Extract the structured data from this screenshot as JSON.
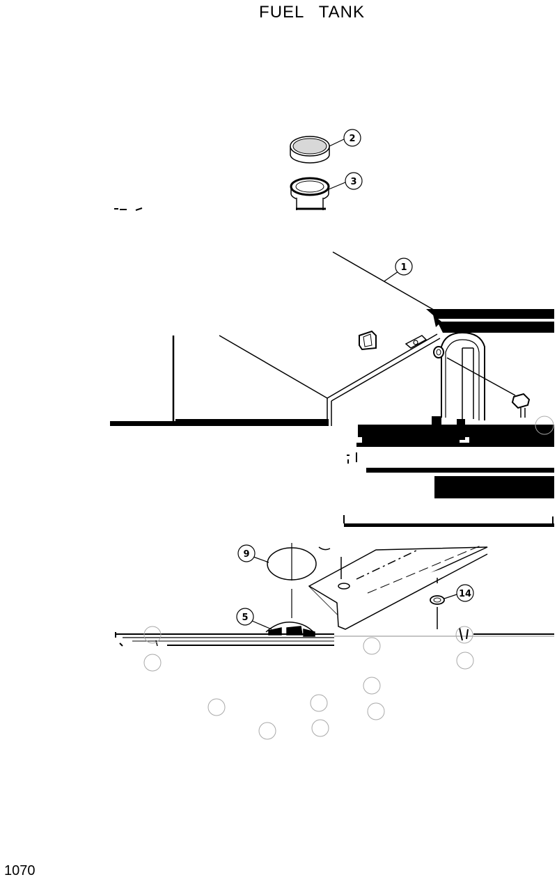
{
  "page": {
    "title": "FUEL   TANK",
    "page_number": "1070"
  },
  "callouts": [
    {
      "id": "callout-2",
      "label": "2"
    },
    {
      "id": "callout-3",
      "label": "3"
    },
    {
      "id": "callout-1",
      "label": "1"
    },
    {
      "id": "callout-9",
      "label": "9"
    },
    {
      "id": "callout-5",
      "label": "5"
    },
    {
      "id": "callout-14",
      "label": "14"
    }
  ]
}
